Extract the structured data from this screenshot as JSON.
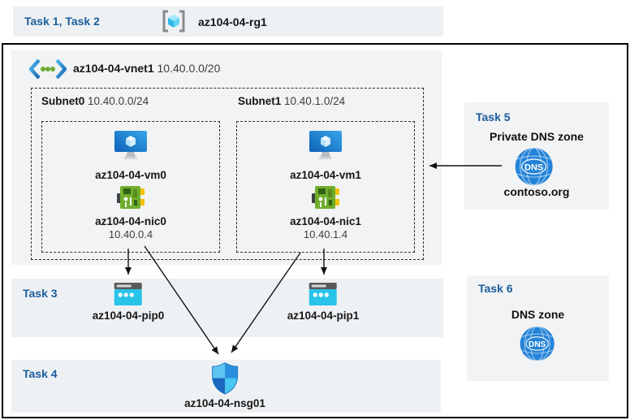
{
  "colors": {
    "task_heading": "#1b5e9e",
    "band_bg": "#eef1f4",
    "panel_bg": "#f2f3f4",
    "pip_cyan": "#29c3ea",
    "nic_green": "#71ad2c",
    "dns_blue": "#2383d8",
    "vm_blue": "#1573cf",
    "outer_border": "#000000"
  },
  "header": {
    "tasks_label": "Task 1, Task 2",
    "resource_group": "az104-04-rg1"
  },
  "vnet": {
    "name": "az104-04-vnet1",
    "cidr": "10.40.0.0/20",
    "subnets": [
      {
        "name": "Subnet0",
        "cidr": "10.40.0.0/24",
        "vm": "az104-04-vm0",
        "nic": "az104-04-nic0",
        "ip": "10.40.0.4"
      },
      {
        "name": "Subnet1",
        "cidr": "10.40.1.0/24",
        "vm": "az104-04-vm1",
        "nic": "az104-04-nic1",
        "ip": "10.40.1.4"
      }
    ]
  },
  "task3": {
    "label": "Task 3",
    "pip0": "az104-04-pip0",
    "pip1": "az104-04-pip1"
  },
  "task4": {
    "label": "Task 4",
    "nsg": "az104-04-nsg01"
  },
  "task5": {
    "label": "Task 5",
    "title": "Private DNS zone",
    "zone_name": "contoso.org",
    "dns_badge": "DNS"
  },
  "task6": {
    "label": "Task 6",
    "title": "DNS zone",
    "dns_badge": "DNS"
  }
}
